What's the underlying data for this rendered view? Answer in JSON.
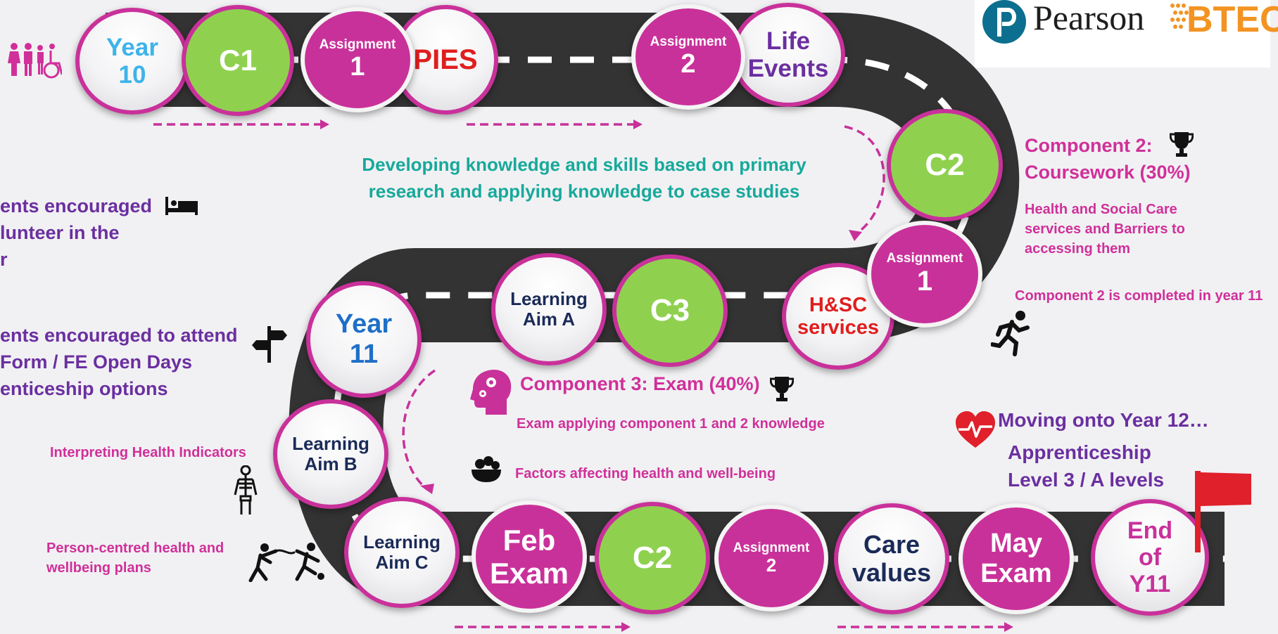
{
  "colors": {
    "road": "#333333",
    "magenta": "#c9319a",
    "green": "#8fd14f",
    "teal": "#17a99b",
    "purple": "#6b2fa0",
    "pink": "#d0309a",
    "flag": "#e0202a"
  },
  "logos": {
    "pearson": "Pearson",
    "btec": "BTEC"
  },
  "nodes": {
    "year10_a": "Year",
    "year10_b": "10",
    "c1": "C1",
    "assign1_top_a": "Assignment",
    "assign1_top_b": "1",
    "pies": "PIES",
    "assign2_top_a": "Assignment",
    "assign2_top_b": "2",
    "life_a": "Life",
    "life_b": "Events",
    "c2_right": "C2",
    "assign1_mid_a": "Assignment",
    "assign1_mid_b": "1",
    "hsc_a": "H&SC",
    "hsc_b": "services",
    "c3": "C3",
    "aim_a_a": "Learning",
    "aim_a_b": "Aim A",
    "year11_a": "Year",
    "year11_b": "11",
    "aim_b_a": "Learning",
    "aim_b_b": "Aim B",
    "aim_c_a": "Learning",
    "aim_c_b": "Aim C",
    "feb_a": "Feb",
    "feb_b": "Exam",
    "c2_bottom": "C2",
    "assign2_bot_a": "Assignment",
    "assign2_bot_b": "2",
    "care_a": "Care",
    "care_b": "values",
    "may_a": "May",
    "may_b": "Exam",
    "end_a": "End",
    "end_b": "of",
    "end_c": "Y11"
  },
  "text": {
    "developing": "Developing knowledge and skills based on primary research and applying knowledge to case studies",
    "volunteer_l1": "ents encouraged",
    "volunteer_l2": "lunteer in the",
    "volunteer_l3": "r",
    "attend_l1": "ents encouraged to attend",
    "attend_l2": "Form / FE Open Days",
    "attend_l3": "enticeship options",
    "comp2_title_l1": "Component 2:",
    "comp2_title_l2": "Coursework (30%)",
    "comp2_desc": "Health and Social Care services and Barriers to accessing them",
    "comp2_completed": "Component 2 is completed in year 11",
    "comp3_title": "Component 3: Exam (40%)",
    "comp3_desc": "Exam applying component 1 and 2 knowledge",
    "factors": "Factors affecting health and well-being",
    "interpreting": "Interpreting Health Indicators",
    "person_centred": "Person-centred health and wellbeing plans",
    "moving": "Moving onto Year 12…",
    "apprenticeship": "Apprenticeship",
    "levels": "Level 3 / A levels"
  }
}
